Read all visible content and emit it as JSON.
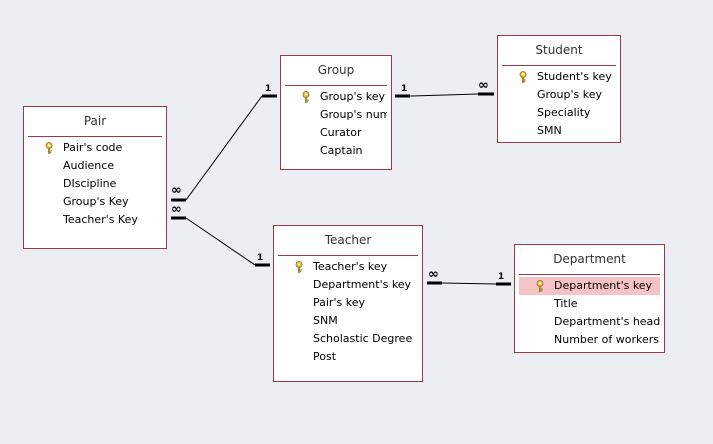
{
  "tables": {
    "pair": {
      "title": "Pair",
      "fields": [
        {
          "label": "Pair's code",
          "key": true
        },
        {
          "label": "Audience"
        },
        {
          "label": "DIscipline"
        },
        {
          "label": "Group's Key"
        },
        {
          "label": "Teacher's Key"
        }
      ]
    },
    "group": {
      "title": "Group",
      "fields": [
        {
          "label": "Group's key",
          "key": true
        },
        {
          "label": "Group's numbe"
        },
        {
          "label": "Curator"
        },
        {
          "label": "Captain"
        }
      ]
    },
    "student": {
      "title": "Student",
      "fields": [
        {
          "label": "Student's key",
          "key": true
        },
        {
          "label": "Group's key"
        },
        {
          "label": "Speciality"
        },
        {
          "label": "SMN"
        }
      ]
    },
    "teacher": {
      "title": "Teacher",
      "fields": [
        {
          "label": "Teacher's key",
          "key": true
        },
        {
          "label": "Department's key"
        },
        {
          "label": "Pair's key"
        },
        {
          "label": "SNM"
        },
        {
          "label": "Scholastic Degree"
        },
        {
          "label": "Post"
        }
      ]
    },
    "department": {
      "title": "Department",
      "fields": [
        {
          "label": "Department's key",
          "key": true,
          "selected": true
        },
        {
          "label": "Title"
        },
        {
          "label": "Department's head"
        },
        {
          "label": "Number of workers"
        }
      ]
    }
  },
  "relationships": {
    "pair_group": {
      "many": "∞",
      "one": "1"
    },
    "group_student": {
      "one": "1",
      "many": "∞"
    },
    "pair_teacher": {
      "many": "∞",
      "one": "1"
    },
    "teacher_department": {
      "many": "∞",
      "one": "1"
    }
  },
  "colors": {
    "table_border": "#9b3a44",
    "selected_field": "#f5c2c6",
    "key_icon": "#d8b23a"
  }
}
